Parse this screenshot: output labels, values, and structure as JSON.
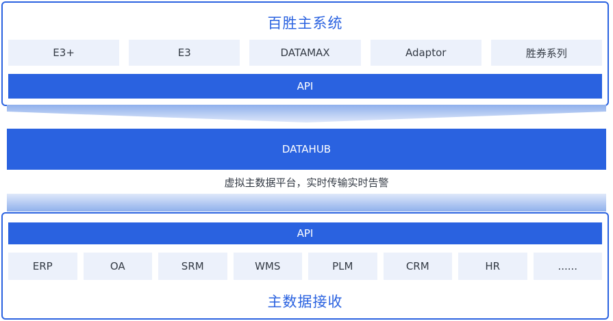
{
  "top_panel": {
    "title": "百胜主系统",
    "chips": [
      "E3+",
      "E3",
      "DATAMAX",
      "Adaptor",
      "胜券系列"
    ],
    "api_label": "API"
  },
  "hub": {
    "label": "DATAHUB",
    "caption": "虚拟主数据平台，实时传输实时告警"
  },
  "bottom_panel": {
    "api_label": "API",
    "chips": [
      "ERP",
      "OA",
      "SRM",
      "WMS",
      "PLM",
      "CRM",
      "HR",
      "......"
    ],
    "title": "主数据接收"
  },
  "colors": {
    "accent": "#2a62e0",
    "chip_bg": "#ecf1fb",
    "band_light": "#c7d7f7",
    "band_dark": "#8fb0ec"
  }
}
